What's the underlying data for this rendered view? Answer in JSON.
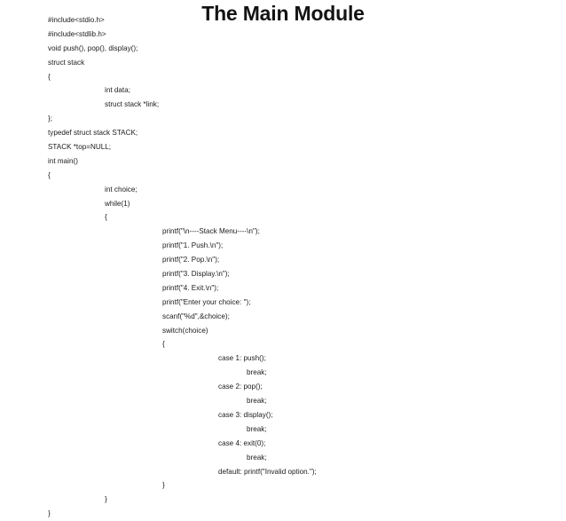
{
  "slide": {
    "title": "The Main Module",
    "background_color": "#ffffff",
    "text_color": "#1a1a1a",
    "title_color": "#131313",
    "code_lines": [
      {
        "indent": 0,
        "text": "#include<stdio.h>"
      },
      {
        "indent": 0,
        "text": "#include<stdlib.h>"
      },
      {
        "indent": 0,
        "text": "void push(), pop(), display();"
      },
      {
        "indent": 0,
        "text": "struct stack"
      },
      {
        "indent": 0,
        "text": "{"
      },
      {
        "indent": 1,
        "text": "int data;"
      },
      {
        "indent": 1,
        "text": "struct stack *link;"
      },
      {
        "indent": 0,
        "text": "};"
      },
      {
        "indent": 0,
        "text": "typedef struct stack STACK;"
      },
      {
        "indent": 0,
        "text": "STACK *top=NULL;"
      },
      {
        "indent": 0,
        "text": "int main()"
      },
      {
        "indent": 0,
        "text": "{"
      },
      {
        "indent": 1,
        "text": "int choice;"
      },
      {
        "indent": 1,
        "text": "while(1)"
      },
      {
        "indent": 1,
        "text": "{"
      },
      {
        "indent": 2,
        "text": "printf(\"\\n----Stack Menu----\\n\");"
      },
      {
        "indent": 2,
        "text": "printf(\"1. Push.\\n\");"
      },
      {
        "indent": 2,
        "text": "printf(\"2. Pop.\\n\");"
      },
      {
        "indent": 2,
        "text": "printf(\"3. Display.\\n\");"
      },
      {
        "indent": 2,
        "text": "printf(\"4. Exit.\\n\");"
      },
      {
        "indent": 2,
        "text": "printf(\"Enter your choice: \");"
      },
      {
        "indent": 2,
        "text": "scanf(\"%d\",&choice);"
      },
      {
        "indent": 2,
        "text": "switch(choice)"
      },
      {
        "indent": 2,
        "text": "{"
      },
      {
        "indent": 3,
        "text": "case 1: push();"
      },
      {
        "indent": 4,
        "text": "break;"
      },
      {
        "indent": 3,
        "text": "case 2: pop();"
      },
      {
        "indent": 4,
        "text": "break;"
      },
      {
        "indent": 3,
        "text": "case 3: display();"
      },
      {
        "indent": 4,
        "text": "break;"
      },
      {
        "indent": 3,
        "text": "case 4: exit(0);"
      },
      {
        "indent": 4,
        "text": "break;"
      },
      {
        "indent": 3,
        "text": "default: printf(\"Invalid option.\");"
      },
      {
        "indent": 2,
        "text": "}"
      },
      {
        "indent": 1,
        "text": "}"
      },
      {
        "indent": 0,
        "text": "}"
      }
    ]
  }
}
